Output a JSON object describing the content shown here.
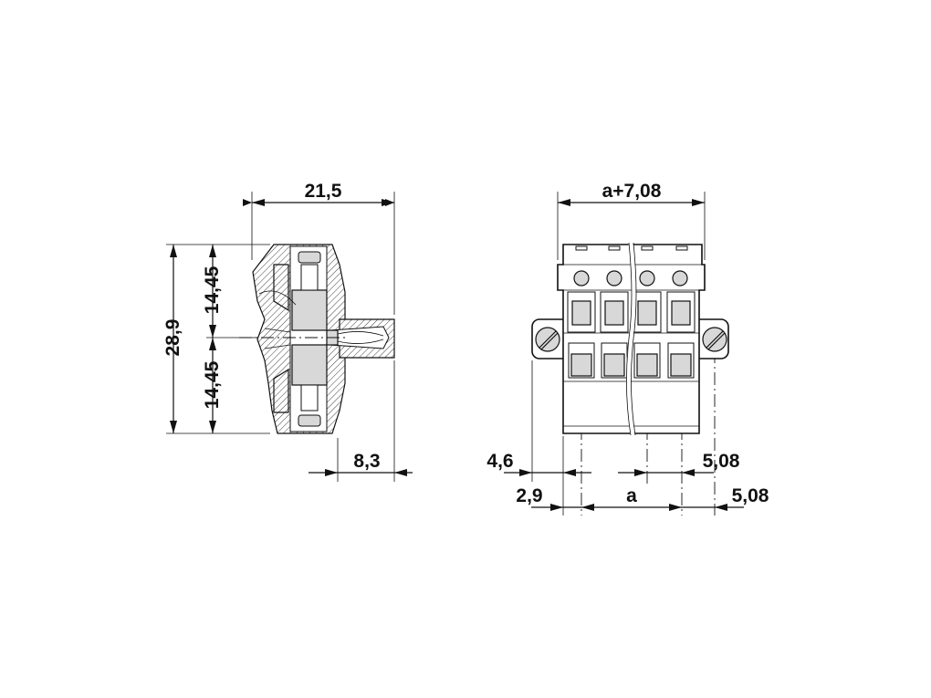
{
  "side_view": {
    "width_label": "21,5",
    "height_label": "28,9",
    "upper_half_label": "14,45",
    "lower_half_label": "14,45",
    "pin_length_label": "8,3"
  },
  "front_view": {
    "overall_width_label": "a+7,08",
    "flange_offset_label": "4,6",
    "pitch_label_top": "5,08",
    "edge_offset_label": "2,9",
    "span_label": "a",
    "pitch_label_bottom": "5,08"
  },
  "colors": {
    "line": "#111111",
    "fill_gray": "#d8d8d8"
  }
}
